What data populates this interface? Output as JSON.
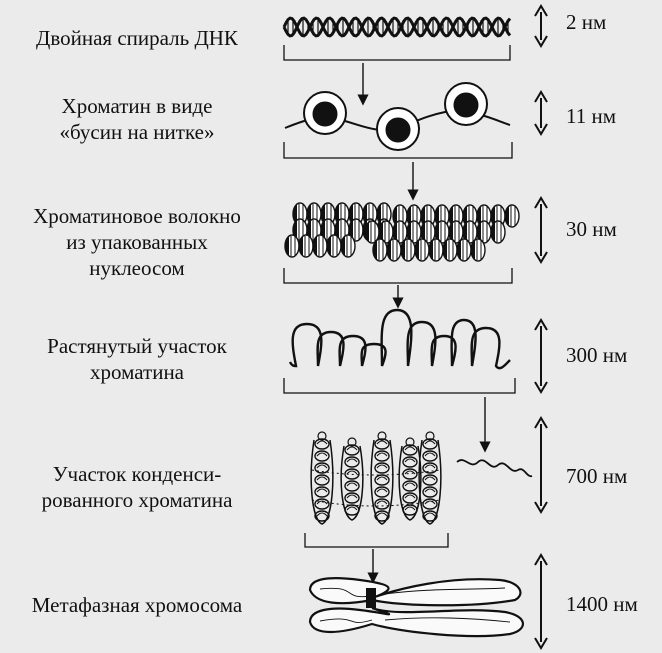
{
  "levels": [
    {
      "label_lines": [
        "Двойная спираль ДНК"
      ],
      "size": "2 нм"
    },
    {
      "label_lines": [
        "Хроматин в виде",
        "«бусин на нитке»"
      ],
      "size": "11 нм"
    },
    {
      "label_lines": [
        "Хроматиновое волокно",
        "из упакованных",
        "нуклеосом"
      ],
      "size": "30 нм"
    },
    {
      "label_lines": [
        "Растянутый участок",
        "хроматина"
      ],
      "size": "300 нм"
    },
    {
      "label_lines": [
        "Участок конденси-",
        "рованного хроматина"
      ],
      "size": "700 нм"
    },
    {
      "label_lines": [
        "Метафазная хромосома"
      ],
      "size": "1400 нм"
    }
  ],
  "colors": {
    "background": "#ebebeb",
    "ink": "#111111"
  }
}
